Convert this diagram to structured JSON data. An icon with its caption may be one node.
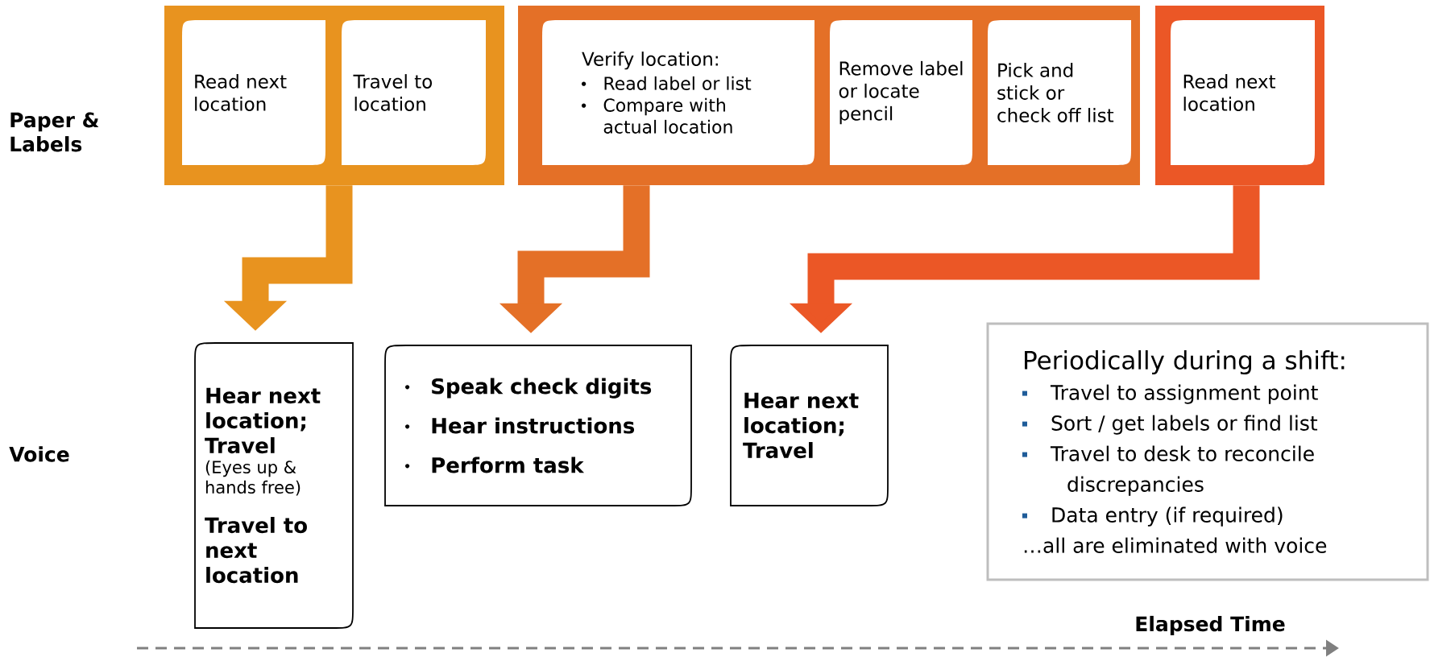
{
  "diagram": {
    "nodes": [
      {
        "text": [],
        "shape": "box"
      },
      {
        "text": [
          "Read next location"
        ],
        "in": 0
      },
      {
        "text": [
          "Travel to location"
        ],
        "in": 0
      },
      {
        "text": [],
        "shape": "box"
      },
      {
        "text": [
          "Verify location:",
          "Read label or list",
          "Compare with actual location"
        ],
        "in": 3
      },
      {
        "text": [
          "Remove label or locate pencil"
        ],
        "in": 3
      },
      {
        "text": [
          "Pick and stick or check off list"
        ],
        "in": 3
      },
      {
        "text": [],
        "shape": "box"
      },
      {
        "text": [
          "Read next location"
        ],
        "in": 7
      },
      {
        "text": [
          "Hear next location; Travel",
          "(Eyes up & hands free)",
          "Travel to next location"
        ]
      },
      {
        "text": [
          "Speak check digits",
          "Hear instructions",
          "Perform task"
        ]
      },
      {
        "text": [
          "Hear next location; Travel"
        ]
      },
      {
        "text": [
          "Periodically during a shift:",
          "Travel to assignment point",
          "Sort / get labels or find list",
          "Travel to desk to reconcile discrepancies",
          "Data entry (if required)",
          "…all are eliminated with voice"
        ]
      }
    ],
    "edges": [
      {
        "from": 0,
        "to": 9,
        "arrow": "to",
        "color": "#e8931f"
      },
      {
        "from": 3,
        "to": 10,
        "arrow": "to",
        "color": "#e47027"
      },
      {
        "from": 7,
        "to": 11,
        "arrow": "to",
        "color": "#eb5726"
      }
    ],
    "labels": [
      "Paper & Labels",
      "Voice",
      "Elapsed Time"
    ]
  }
}
